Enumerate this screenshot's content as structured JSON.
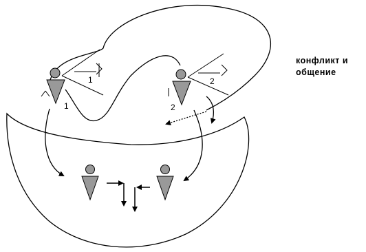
{
  "caption": {
    "line1": "конфликт и",
    "line2": "общение"
  },
  "figures": {
    "left_top_label": "1",
    "left_bubble_label": "1",
    "right_top_label": "2",
    "right_bubble_label": "2"
  },
  "colors": {
    "figure_fill": "#999999",
    "stroke": "#000000",
    "background": "#ffffff"
  }
}
